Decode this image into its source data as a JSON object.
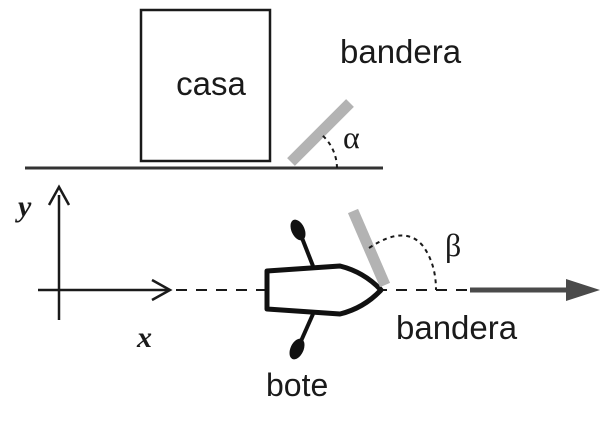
{
  "labels": {
    "house": "casa",
    "flag_top": "bandera",
    "alpha": "α",
    "y_axis": "y",
    "x_axis": "x",
    "beta": "β",
    "flag_bottom": "bandera",
    "boat": "bote"
  },
  "colors": {
    "ink": "#1a1a1a",
    "flag": "#b3b3b3",
    "arrow": "#4a4a4a"
  }
}
